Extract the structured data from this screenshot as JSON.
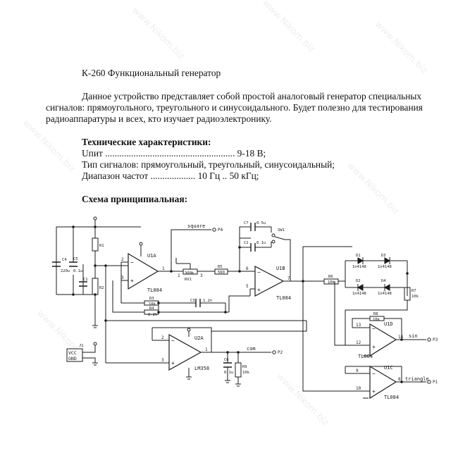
{
  "document": {
    "title": "К-260 Функциональный генератор",
    "intro": [
      "Данное устройство представляет собой простой аналоговый генератор специальных",
      "сигналов: прямоугольного, треугольного и синусоидального. Будет полезно для тестирования",
      "радиоаппаратуры и всех, кто изучает радиоэлектронику."
    ],
    "specs_heading": "Технические характеристики:",
    "specs": [
      "Uпит ....................................................... 9-18 В;",
      "Тип сигналов: прямоугольный, треугольный, синусоидальный;",
      "Диапазон частот ................... 10 Гц .. 50 кГц;"
    ],
    "schema_heading": "Схема принципиальная:",
    "watermark": "www.Nikom.biz"
  },
  "schematic": {
    "ic_labels": {
      "u1a": "U1A",
      "u1a_part": "TL084",
      "u1b": "U1B",
      "u1b_part": "TL084",
      "u2a": "U2A",
      "u2a_part": "LM358",
      "u1d": "U1D",
      "u1d_part": "TL084",
      "u1c": "U1C",
      "u1c_part": "TL084"
    },
    "pins": {
      "u1a_in_neg": "2",
      "u1a_in_pos": "3",
      "u1a_out": "1",
      "u1b_in_neg": "6",
      "u1b_in_pos": "5",
      "u1b_out": "7",
      "u2a_in_neg": "2",
      "u2a_in_pos": "3",
      "u2a_out": "1",
      "u1d_in_neg": "13",
      "u1d_in_pos": "12",
      "u1d_out": "14",
      "u1c_in_neg": "9",
      "u1c_in_pos": "10",
      "u1c_out": "8",
      "rv1_pin1": "1",
      "rv1_pin3": "3"
    },
    "components": {
      "r1": "R1",
      "r2": "R2",
      "r3": "R3",
      "r3_val": "10k",
      "r4": "R4",
      "r4_val": "8.2k",
      "r5": "R5",
      "r5_val": "560",
      "r6": "R6",
      "r6_val": "10k",
      "r7": "R7",
      "r7_val": "10k",
      "r8": "R8",
      "r8_val": "10k",
      "r9": "R9",
      "r9_val": "10k",
      "rv1": "RV1",
      "rv1_val": "300k",
      "c1": "C1",
      "c2": "C2",
      "c2_val": "0.1u",
      "c3": "C3",
      "c3_val": "1.2n",
      "c4": "C4",
      "c4_val": "220u",
      "c5": "C5",
      "c5_val": "0.1u",
      "c6": "C6",
      "c6_val": "0.1u",
      "c7": "C7",
      "c7_val": "0.5u",
      "d1": "D1",
      "d2": "D2",
      "d3": "D3",
      "d4": "D4",
      "diode": "1n4148",
      "j1": "J1",
      "vcc": "VCC",
      "gnd": "GND",
      "sw": "SW1"
    },
    "nets": {
      "square": "square",
      "com": "com",
      "sin": "sin",
      "triangle": "triangle"
    },
    "ports": {
      "p4": "P4",
      "p2": "P2",
      "p3": "P3",
      "p1": "P1"
    },
    "colors": {
      "wire": "#1a1a1a",
      "component": "#222222",
      "pin_red": "#b01010"
    }
  }
}
